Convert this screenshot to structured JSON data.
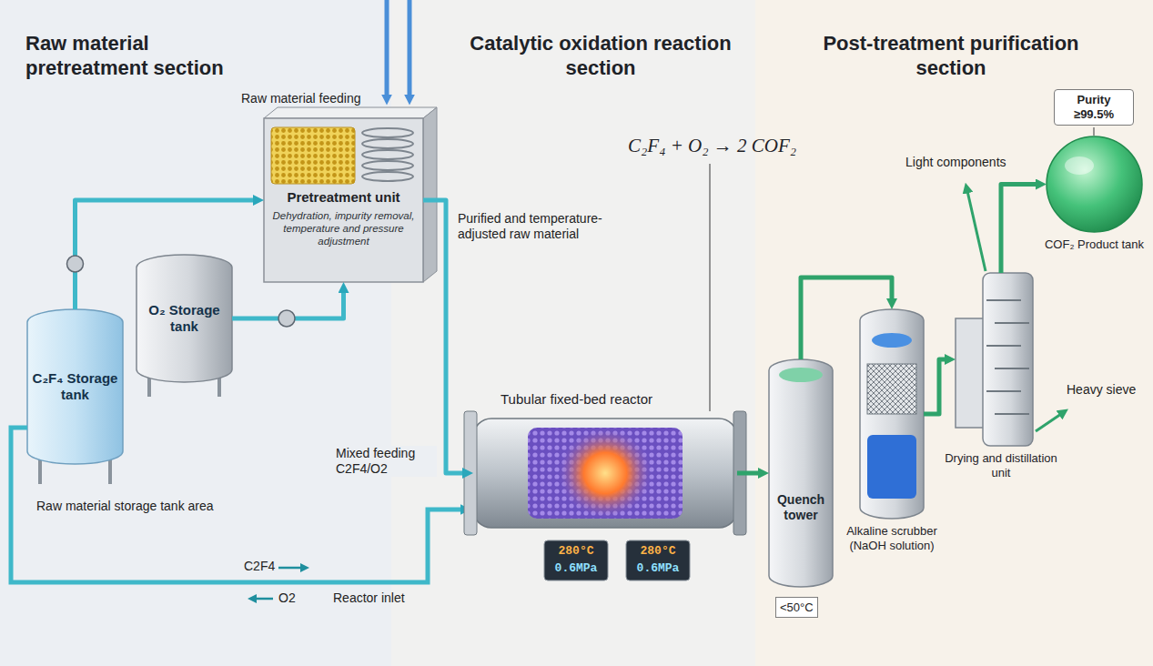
{
  "diagram": {
    "nodes": [
      {
        "text": [
          "C₂F₄ Storage tank"
        ]
      },
      {
        "text": [
          "O₂ Storage tank"
        ]
      },
      {
        "text": [
          "Pretreatment unit",
          "Dehydration, impurity removal, temperature and pressure adjustment"
        ]
      },
      {
        "text": [
          "Tubular fixed-bed reactor"
        ]
      },
      {
        "text": [
          "Quench tower"
        ]
      },
      {
        "text": [
          "Alkaline scrubber (NaOH solution)"
        ]
      },
      {
        "text": [
          "Drying and distillation unit"
        ]
      },
      {
        "text": [
          "COF₂ Product tank"
        ]
      }
    ],
    "edges": [
      {
        "from": 0,
        "to": 2,
        "arrow": "to"
      },
      {
        "from": 1,
        "to": 2,
        "arrow": "to"
      },
      {
        "from": 2,
        "to": 3,
        "arrow": "to"
      },
      {
        "from": 3,
        "to": 4,
        "arrow": "to"
      },
      {
        "from": 4,
        "to": 5,
        "arrow": "to"
      },
      {
        "from": 5,
        "to": 6,
        "arrow": "to"
      },
      {
        "from": 6,
        "to": 7,
        "arrow": "to"
      }
    ],
    "labels": [
      "Raw material pretreatment section",
      "Catalytic oxidation reaction section",
      "Post-treatment purification section",
      "Raw material feeding",
      "Purified and temperature-adjusted raw material",
      "Raw material storage tank area",
      "Mixed feeding C2F4/O2",
      "C2F4",
      "O2",
      "Reactor inlet",
      "C₂F₄ + O₂ → 2 COF₂",
      "280°C",
      "0.6MPa",
      "280°C",
      "0.6MPa",
      "<50°C",
      "Light components",
      "Heavy sieve",
      "Purity ≥99.5%"
    ]
  }
}
